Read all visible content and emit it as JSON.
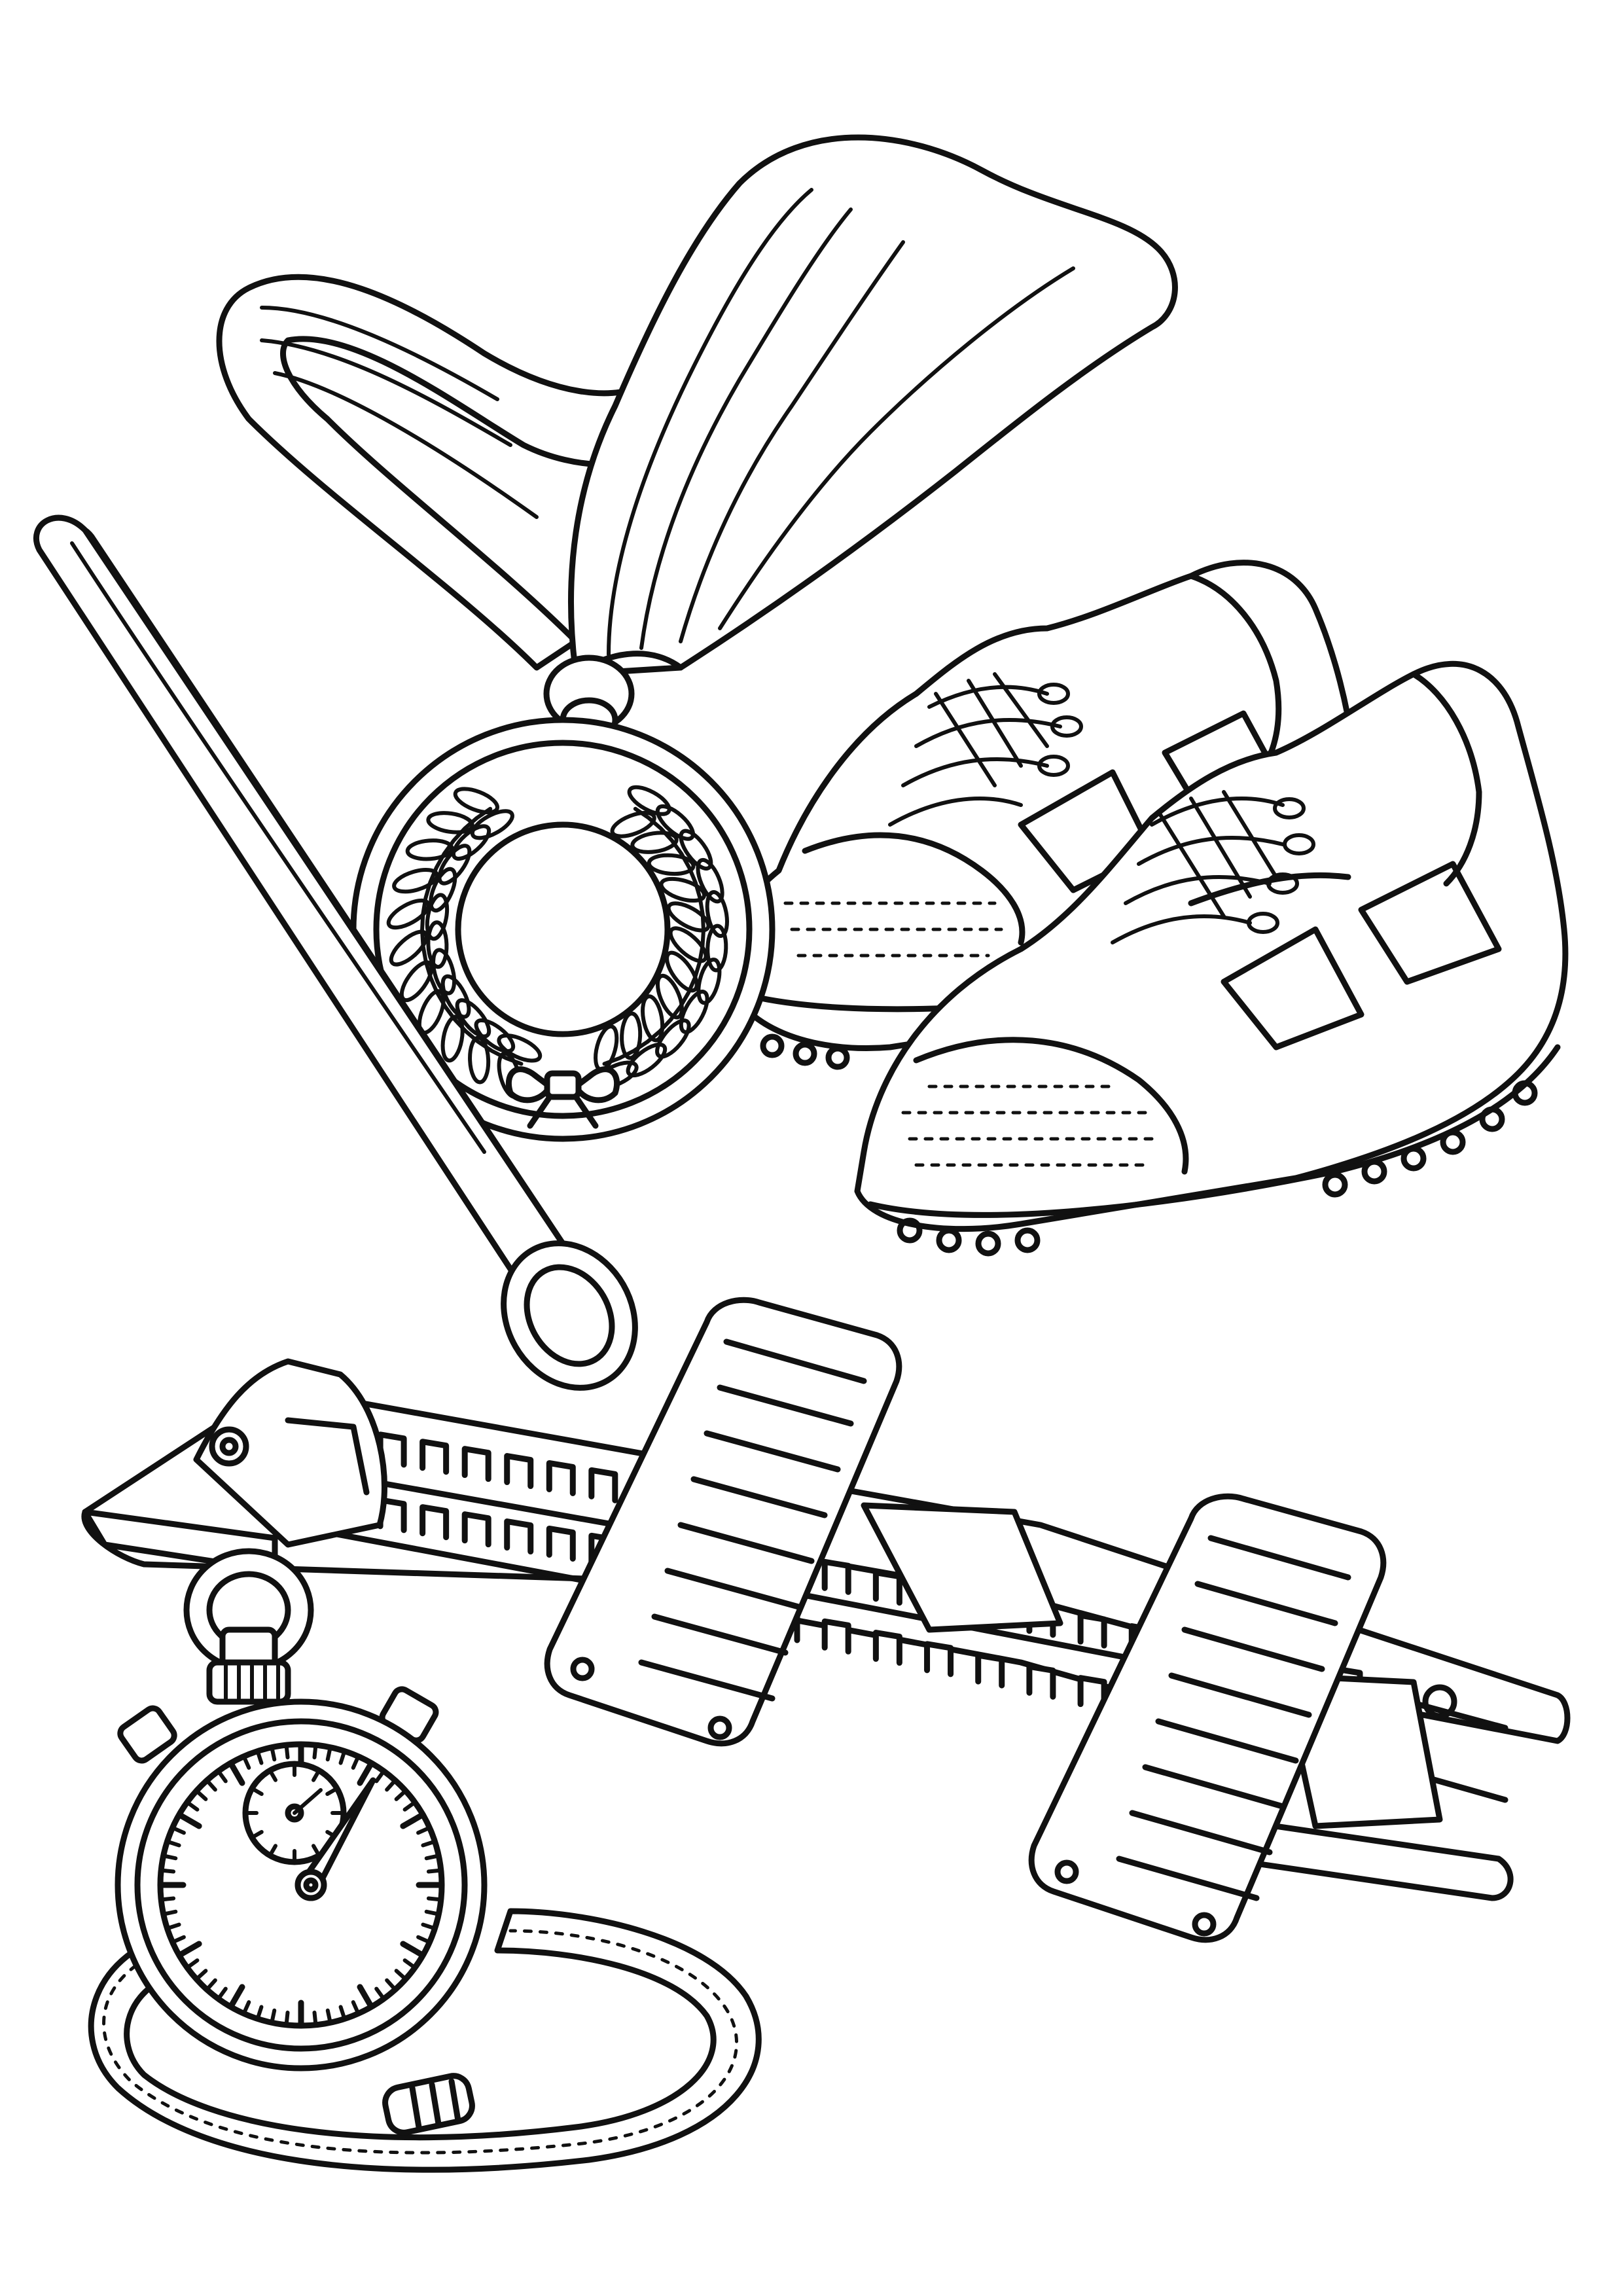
{
  "illustration": {
    "style": "line-art coloring page",
    "background_color": "#ffffff",
    "line_color": "#111111",
    "subjects": [
      "medal-with-ribbon",
      "spiked-running-shoes",
      "relay-baton",
      "starting-blocks",
      "stopwatch-on-cord"
    ]
  },
  "stopwatch": {
    "dial_ticks": 60,
    "subdial_ticks": 12
  }
}
